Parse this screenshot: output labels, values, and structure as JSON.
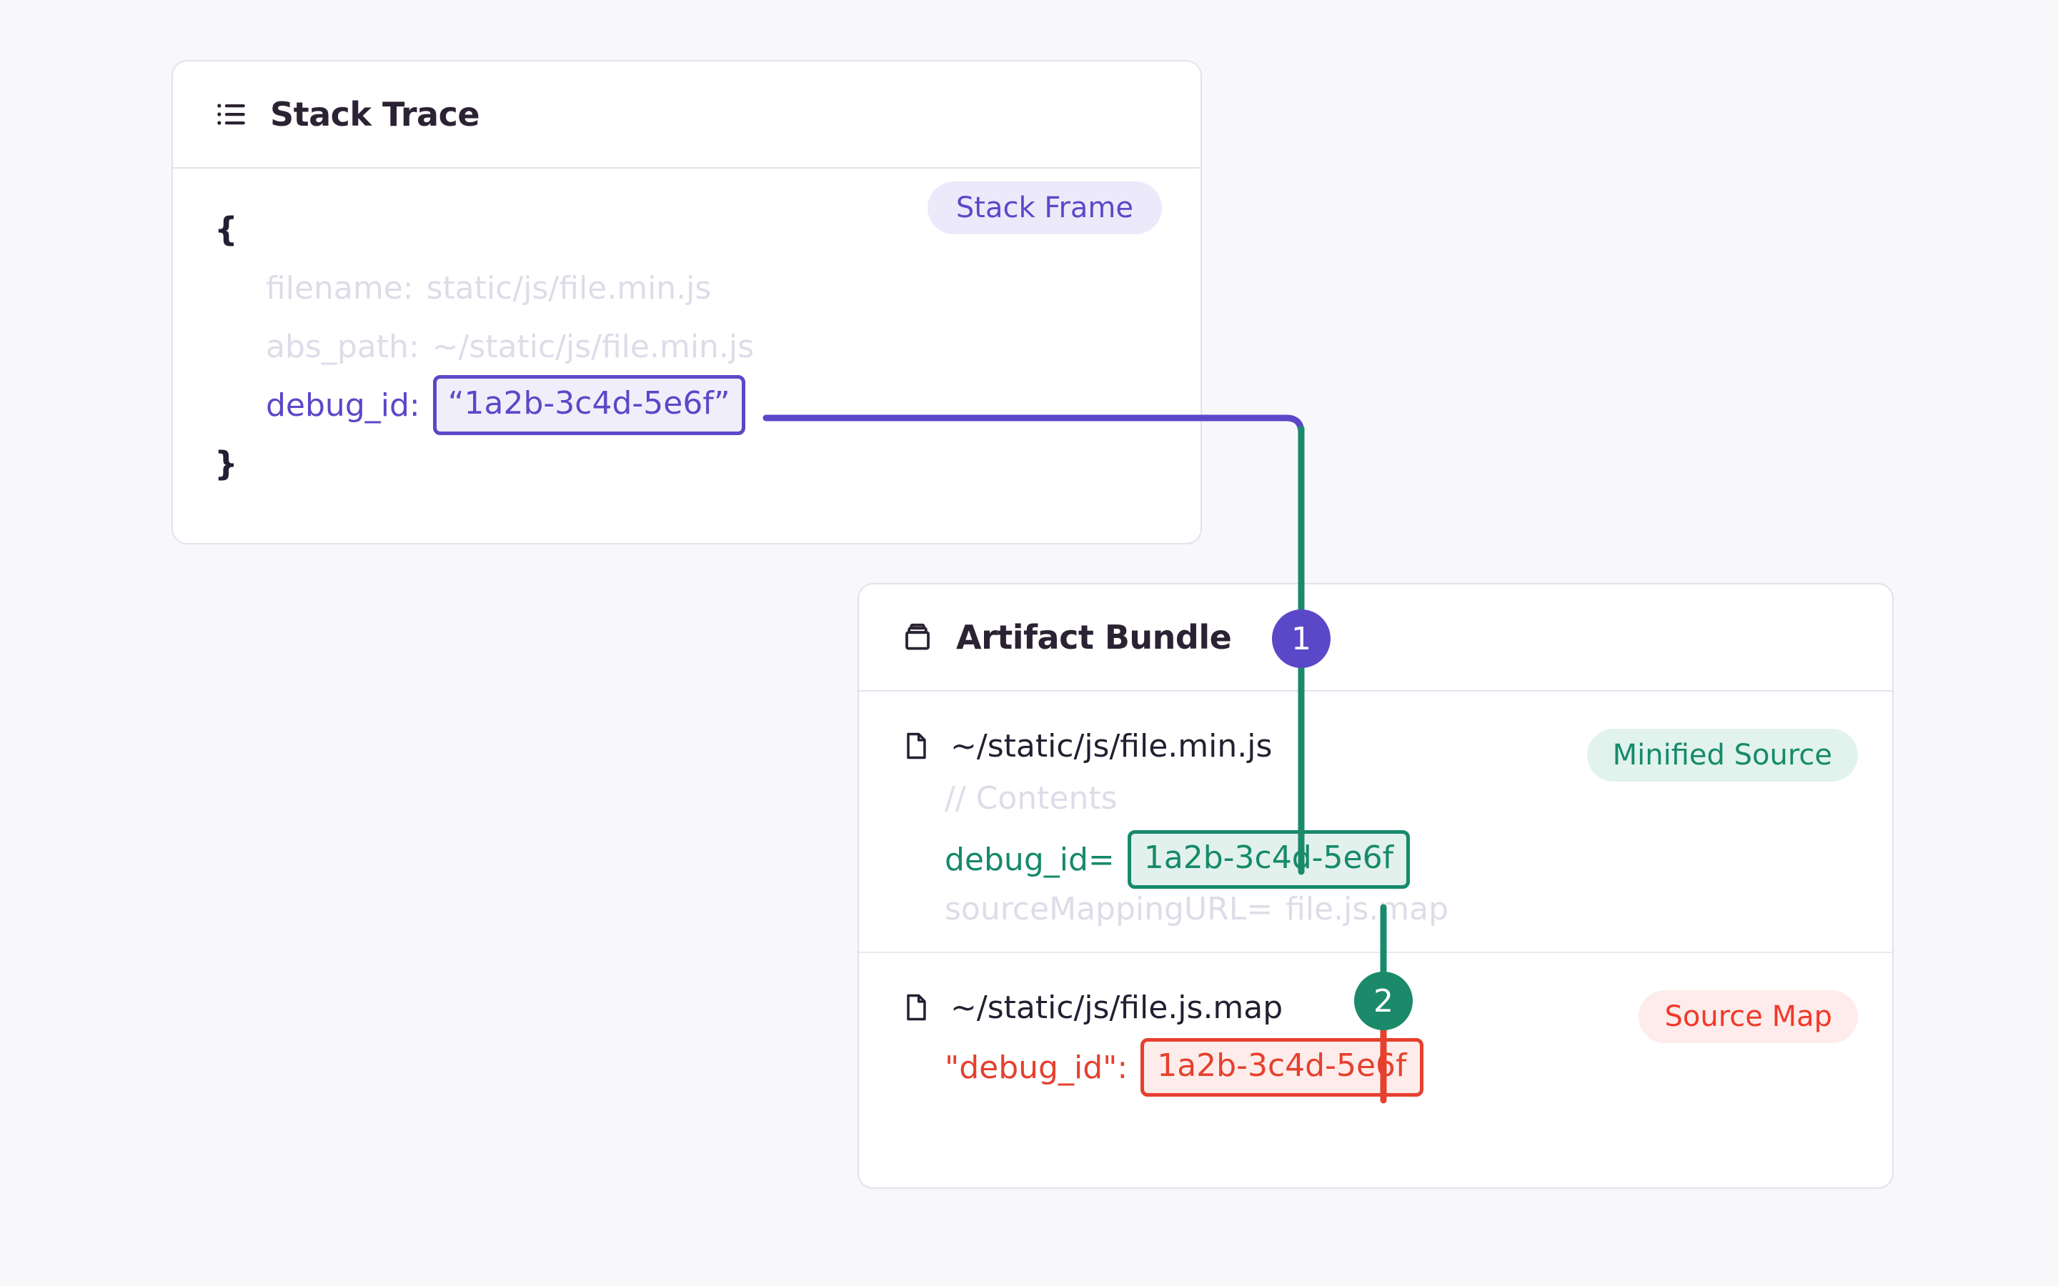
{
  "background_color": "#f8f8fb",
  "colors": {
    "purple": "#5b48c8",
    "purple_bg": "#ece9fa",
    "green": "#168a6a",
    "green_bg": "#e1f3ec",
    "red": "#e6402f",
    "red_bg": "#fdeceb",
    "muted": "#dedce8",
    "card_border": "#e3e1ec",
    "text": "#241f31"
  },
  "stack_trace_card": {
    "icon": "list-icon",
    "title": "Stack Trace",
    "badge": "Stack Frame",
    "open_brace": "{",
    "close_brace": "}",
    "fields": [
      {
        "key": "filename:",
        "value": "static/js/file.min.js",
        "style": "muted"
      },
      {
        "key": "abs_path:",
        "value": "~/static/js/file.min.js",
        "style": "muted"
      },
      {
        "key": "debug_id:",
        "value": "“1a2b-3c4d-5e6f”",
        "style": "highlight-purple"
      }
    ]
  },
  "artifact_bundle_card": {
    "icon": "archive-box-icon",
    "title": "Artifact Bundle",
    "sections": [
      {
        "file_icon": "file-icon",
        "file_name": "~/static/js/file.min.js",
        "badge": "Minified Source",
        "lines": [
          {
            "text": "// Contents",
            "style": "muted"
          },
          {
            "key": "debug_id=",
            "value": "1a2b-3c4d-5e6f",
            "style": "highlight-green"
          },
          {
            "key": "sourceMappingURL=",
            "value": "file.js.map",
            "style": "muted"
          }
        ]
      },
      {
        "file_icon": "file-icon",
        "file_name": "~/static/js/file.js.map",
        "badge": "Source Map",
        "lines": [
          {
            "key": "\"debug_id\":",
            "value": "1a2b-3c4d-5e6f",
            "style": "highlight-red"
          }
        ]
      }
    ]
  },
  "step_markers": [
    {
      "label": "1",
      "color": "#5b48c8"
    },
    {
      "label": "2",
      "color": "#1b8a6b"
    }
  ]
}
